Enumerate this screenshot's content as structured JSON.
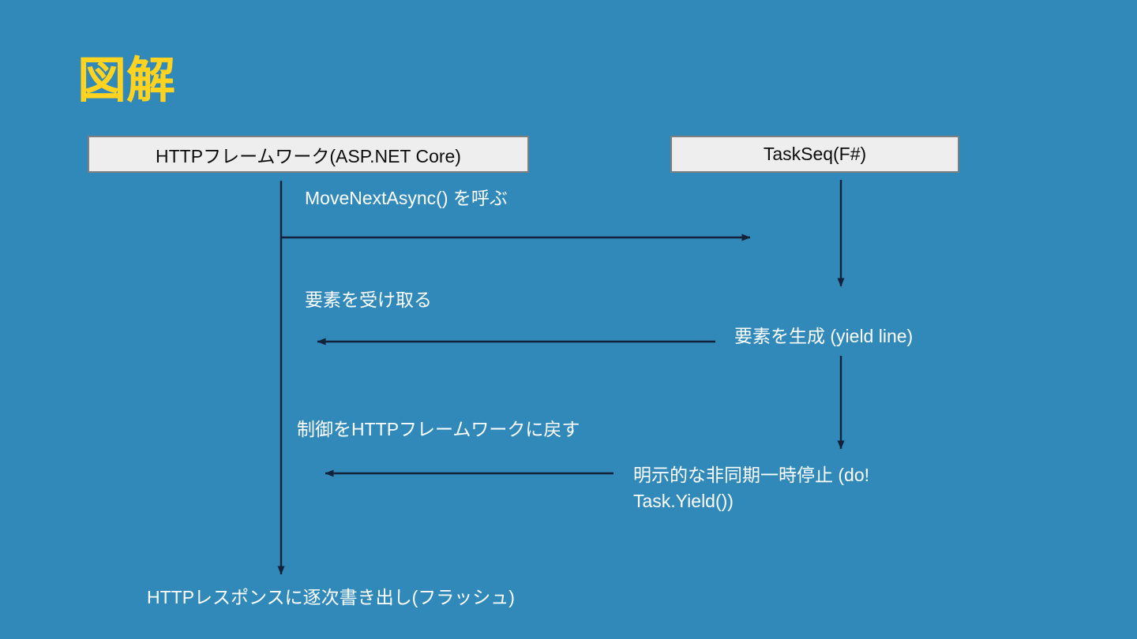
{
  "slide": {
    "title": "図解",
    "background_color": "#3089b8",
    "title_color": "#FFD320",
    "text_color": "#ffffff",
    "box_fill": "#eeeeee",
    "box_border": "#7f7f7f",
    "arrow_color": "#14213a"
  },
  "actors": [
    {
      "id": "http",
      "label": "HTTPフレームワーク(ASP.NET Core)"
    },
    {
      "id": "taskseq",
      "label": "TaskSeq(F#)"
    }
  ],
  "messages": [
    {
      "id": "movenext",
      "label": "MoveNextAsync() を呼ぶ",
      "direction": "left-to-right"
    },
    {
      "id": "receive",
      "label": "要素を受け取る",
      "direction": "right-to-left"
    },
    {
      "id": "yield",
      "label": "要素を生成 (yield line)",
      "direction": "note-right"
    },
    {
      "id": "return_control",
      "label": "制御をHTTPフレームワークに戻す",
      "direction": "right-to-left"
    },
    {
      "id": "explicit_pause",
      "label": "明示的な非同期一時停止 (do! Task.Yield())",
      "direction": "note-right"
    },
    {
      "id": "flush",
      "label": "HTTPレスポンスに逐次書き出し(フラッシュ)",
      "direction": "note-bottom"
    }
  ]
}
